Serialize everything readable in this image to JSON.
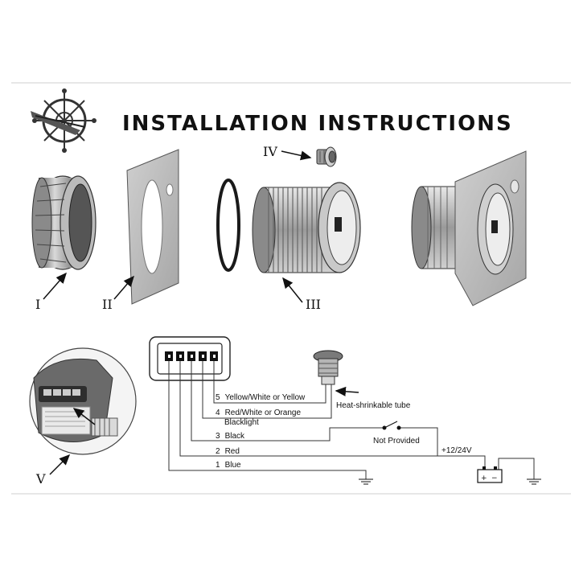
{
  "title": "INSTALLATION INSTRUCTIONS",
  "parts": {
    "p1": "I",
    "p2": "II",
    "p3": "III",
    "p4": "IV",
    "p5": "V"
  },
  "wires": [
    {
      "num": "5",
      "label": "Yellow/White or Yellow"
    },
    {
      "num": "4",
      "label": "Red/White or Orange",
      "label2": "Blacklight"
    },
    {
      "num": "3",
      "label": "Black"
    },
    {
      "num": "2",
      "label": "Red"
    },
    {
      "num": "1",
      "label": "Blue"
    }
  ],
  "annotations": {
    "heat_shrink": "Heat-shrinkable tube",
    "not_provided": "Not Provided",
    "voltage": "+12/24V"
  },
  "colors": {
    "line": "#333333",
    "gray_part": "#bdbdbd",
    "dark_part": "#6e6e6e"
  }
}
